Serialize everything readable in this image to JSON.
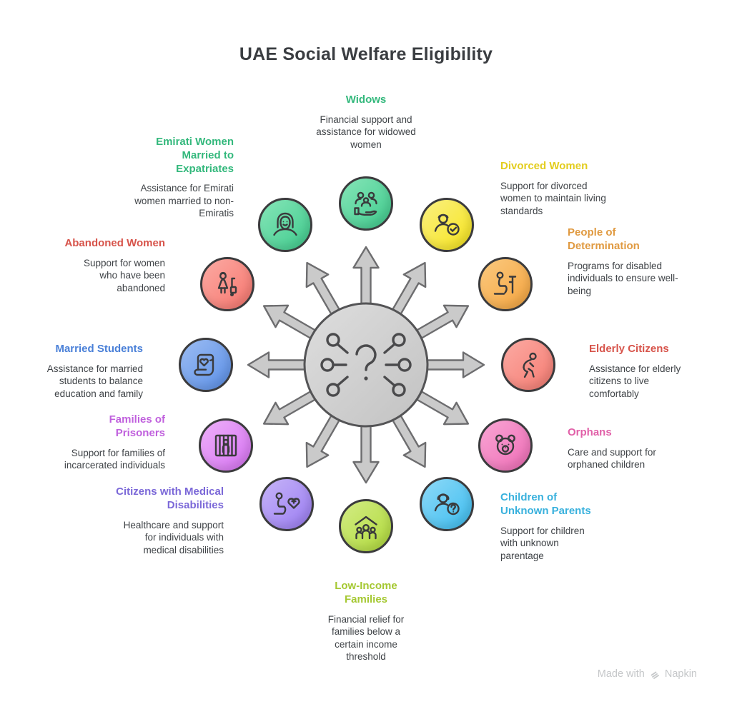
{
  "title": "UAE Social Welfare Eligibility",
  "center": {
    "icon": "question-network",
    "hub_fill": "#cdcdcd",
    "arrow_fill": "#cacaca",
    "outline": "#545456"
  },
  "watermark": {
    "prefix": "Made with",
    "brand": "Napkin"
  },
  "spokes": [
    {
      "id": "widows",
      "title": "Widows",
      "description": "Financial support and assistance for widowed women",
      "icon": "family-in-hand",
      "color": "#3fcb8d",
      "color_light": "#86e5b8",
      "text_color": "#33b87c"
    },
    {
      "id": "divorced-women",
      "title": "Divorced Women",
      "description": "Support for divorced women to maintain living standards",
      "icon": "woman-with-check",
      "color": "#f6e41c",
      "color_light": "#faf082",
      "text_color": "#e3cd1e"
    },
    {
      "id": "people-of-determination",
      "title": "People of Determination",
      "description": "Programs for disabled individuals to ensure well-being",
      "icon": "person-with-crutch",
      "color": "#f6a53f",
      "color_light": "#fac97f",
      "text_color": "#e09a41"
    },
    {
      "id": "elderly-citizens",
      "title": "Elderly Citizens",
      "description": "Assistance for elderly citizens to live comfortably",
      "icon": "elderly-walking-person",
      "color": "#f67c72",
      "color_light": "#fbaaa3",
      "text_color": "#d7544b"
    },
    {
      "id": "orphans",
      "title": "Orphans",
      "description": "Care and support for orphaned children",
      "icon": "teddy-bear",
      "color": "#ef6cb6",
      "color_light": "#f8a6d4",
      "text_color": "#e160a8"
    },
    {
      "id": "children-of-unknown-parents",
      "title": "Children of Unknown Parents",
      "description": "Support for children with unknown parentage",
      "icon": "woman-with-question-mark",
      "color": "#3dbdf0",
      "color_light": "#8ed9f7",
      "text_color": "#39b1dd"
    },
    {
      "id": "low-income-families",
      "title": "Low-Income Families",
      "description": "Financial relief for families below a certain income threshold",
      "icon": "family-under-roof",
      "color": "#b0da3a",
      "color_light": "#d3ec85",
      "text_color": "#a5c832"
    },
    {
      "id": "citizens-with-medical-disabilities",
      "title": "Citizens with Medical Disabilities",
      "description": "Healthcare and support for individuals with medical disabilities",
      "icon": "seated-person-medical-heart",
      "color": "#9a7cf2",
      "color_light": "#c6b4f8",
      "text_color": "#7b68d8"
    },
    {
      "id": "families-of-prisoners",
      "title": "Families of Prisoners",
      "description": "Support for families of incarcerated individuals",
      "icon": "person-behind-bars",
      "color": "#d671f2",
      "color_light": "#edb1f9",
      "text_color": "#c060dd"
    },
    {
      "id": "married-students",
      "title": "Married Students",
      "description": "Assistance for married students to balance education and family",
      "icon": "scroll-with-heart",
      "color": "#5b90e8",
      "color_light": "#9cbcf2",
      "text_color": "#4a80d8"
    },
    {
      "id": "abandoned-women",
      "title": "Abandoned Women",
      "description": "Support for women who have been abandoned",
      "icon": "woman-with-luggage",
      "color": "#f7766e",
      "color_light": "#fbaaa3",
      "text_color": "#d7544b"
    },
    {
      "id": "emirati-women-married-to-expatriates",
      "title": "Emirati Women Married to Expatriates",
      "description": "Assistance for Emirati women married to non-Emiratis",
      "icon": "woman-in-hijab",
      "color": "#3fcb8d",
      "color_light": "#86e5b8",
      "text_color": "#33b87c"
    }
  ]
}
